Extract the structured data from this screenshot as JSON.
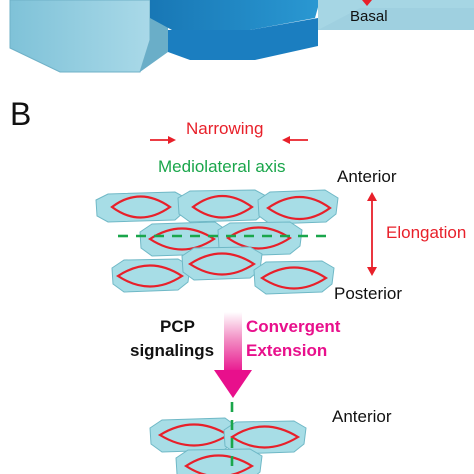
{
  "panel_a": {
    "basal_label": "Basal"
  },
  "panel_b": {
    "panel_letter": "B",
    "narrowing": "Narrowing",
    "mediolateral_axis": "Mediolateral axis",
    "anterior_top": "Anterior",
    "elongation": "Elongation",
    "posterior": "Posterior",
    "pcp_line1": "PCP",
    "pcp_line2": "signalings",
    "ce_line1": "Convergent",
    "ce_line2": "Extension",
    "anterior_bottom": "Anterior"
  },
  "colors": {
    "red": "#e8202a",
    "green": "#1aa64b",
    "magenta": "#e8108c",
    "cell_fill": "#a7dde6",
    "cell_stroke": "#6fb8c6",
    "hex_dark": "#1f86c4",
    "hex_light": "#8cc8dc"
  }
}
